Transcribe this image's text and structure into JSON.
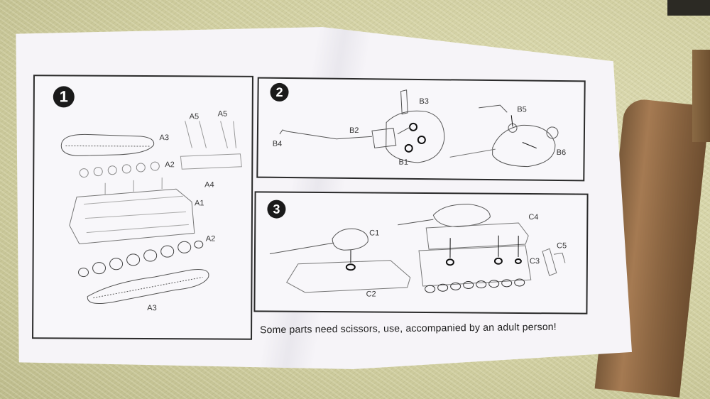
{
  "steps": {
    "s1": "1",
    "s2": "2",
    "s3": "3"
  },
  "labels": {
    "a1": "A1",
    "a2": "A2",
    "a2b": "A2",
    "a3": "A3",
    "a3b": "A3",
    "a4": "A4",
    "a5": "A5",
    "a5b": "A5",
    "b1": "B1",
    "b2": "B2",
    "b3": "B3",
    "b4": "B4",
    "b5": "B5",
    "b6": "B6",
    "c1": "C1",
    "c2": "C2",
    "c3": "C3",
    "c4": "C4",
    "c5": "C5"
  },
  "note": "Some parts need scissors, use, accompanied by an adult person!"
}
